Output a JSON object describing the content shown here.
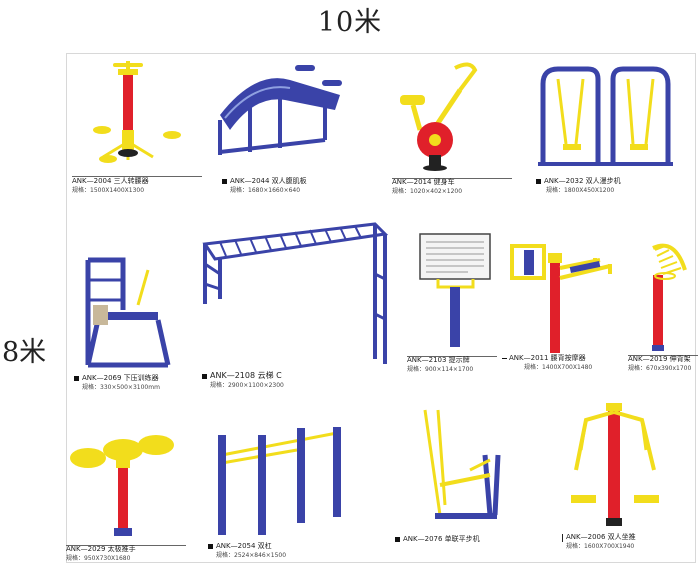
{
  "layout_labels": {
    "width_label": "10米",
    "height_label": "8米"
  },
  "colors": {
    "yellow": "#f2dd1c",
    "red": "#e0202a",
    "blue": "#3a43a8",
    "black": "#222222"
  },
  "items": [
    {
      "code_name": "ANK—2004 三人转腰器",
      "spec": "规格：1500X1400X1300"
    },
    {
      "code_name": "ANK—2044 双人腹肌板",
      "spec": "规格：1680×1660×640"
    },
    {
      "code_name": "ANK—2014 健身车",
      "spec": "规格：1020×402×1200"
    },
    {
      "code_name": "ANK—2032 双人漫步机",
      "spec": "规格：1800X450X1200"
    },
    {
      "code_name": "ANK—2069 下压训练器",
      "spec": "规格：330×500×3100mm"
    },
    {
      "code_name": "ANK—2108 云梯 C",
      "spec": "规格：2900×1100×2300"
    },
    {
      "code_name": "ANK—2103 提示牌",
      "spec": "规格：900×114×1700"
    },
    {
      "code_name": "ANK—2011 腰背按摩器",
      "spec": "规格：1400X700X1480"
    },
    {
      "code_name": "ANK—2019 伸背架",
      "spec": "规格：670x390x1700"
    },
    {
      "code_name": "ANK—2029 太极推手",
      "spec": "规格：950X730X1680"
    },
    {
      "code_name": "ANK—2054 双杠",
      "spec": "规格：2524×846×1500"
    },
    {
      "code_name": "ANK—2076 单联平步机",
      "spec": ""
    },
    {
      "code_name": "ANK—2006 双人坐推",
      "spec": "规格：1600X700X1940"
    }
  ]
}
